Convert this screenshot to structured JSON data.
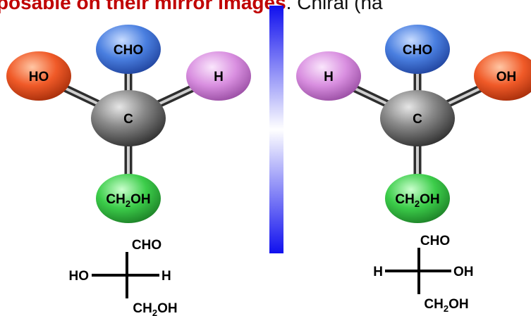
{
  "header": {
    "highlight_text": "mposable on their mirror images",
    "trailing_text": ". Chiral (ha"
  },
  "colors": {
    "headline_red": "#c00000",
    "carbon_gray": "#6e6e6e",
    "cho_blue": "#4a7fe0",
    "hydroxyl_orange": "#f05a28",
    "hydrogen_violet": "#d98fe0",
    "ch2oh_green": "#3ccd4a",
    "mirror_blue": "#1010ee"
  },
  "left_molecule": {
    "center": "C",
    "top": "CHO",
    "left": "HO",
    "right": "H",
    "bottom_main": "CH",
    "bottom_sub": "2",
    "bottom_tail": "OH"
  },
  "right_molecule": {
    "center": "C",
    "top": "CHO",
    "left": "H",
    "right": "OH",
    "bottom_main": "CH",
    "bottom_sub": "2",
    "bottom_tail": "OH"
  },
  "left_fischer": {
    "top": "CHO",
    "left": "HO",
    "right": "H",
    "bottom_main": "CH",
    "bottom_sub": "2",
    "bottom_tail": "OH"
  },
  "right_fischer": {
    "top": "CHO",
    "left": "H",
    "right": "OH",
    "bottom_main": "CH",
    "bottom_sub": "2",
    "bottom_tail": "OH"
  }
}
